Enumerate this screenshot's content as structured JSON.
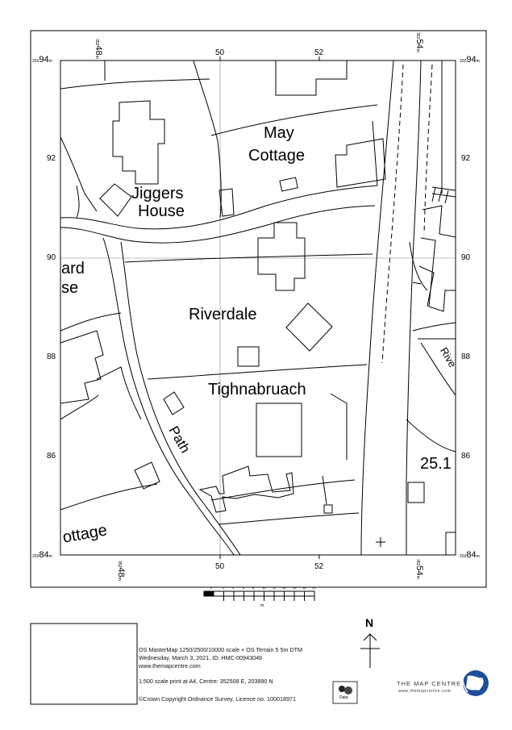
{
  "grid": {
    "x_top": [
      "50",
      "52"
    ],
    "x_bottom": [
      "50",
      "52"
    ],
    "y_left": [
      "92",
      "90",
      "88",
      "86"
    ],
    "y_right": [
      "92",
      "90",
      "88",
      "86"
    ],
    "corner_top_left": "94",
    "corner_top_right": "94",
    "corner_bottom_left": "84",
    "corner_bottom_right": "84",
    "corner_prefix": "203",
    "corner_suffix": "m",
    "edge_top_left": "48",
    "edge_top_right": "54",
    "edge_bottom_left": "48",
    "edge_bottom_right": "54",
    "edge_prefix": "352",
    "edge_suffix": "m"
  },
  "labels": {
    "may_line1": "May",
    "may_line2": "Cottage",
    "jiggers_line1": "Jiggers",
    "jiggers_line2": "House",
    "riverdale": "Riverdale",
    "tighnabruach": "Tighnabruach",
    "path": "Path",
    "ard": "ard",
    "se": "se",
    "ottage": "ottage",
    "rive": "Rive",
    "spot_height": "25.1"
  },
  "scale_bar": {
    "ticks": [
      "0",
      "2",
      "4",
      "6",
      "8",
      "10",
      "12",
      "14",
      "16",
      "18",
      "20"
    ],
    "unit": "m"
  },
  "north": "N",
  "footer": {
    "line1": "OS MasterMap 1250/2500/10000 scale + OS Terrain 5 5m DTM",
    "line2": "Wednesday, March 3, 2021, ID: HMC-00943046",
    "line3": "www.themapcentre.com",
    "line4": "1:500 scale print at A4, Centre: 352508 E, 203890 N",
    "line5": "©Crown Copyright Ordnance Survey. Licence no. 100018971"
  },
  "os_logo_text": "Data",
  "brand": {
    "name": "THE MAP CENTRE",
    "url": "www.themapcentre.com"
  }
}
